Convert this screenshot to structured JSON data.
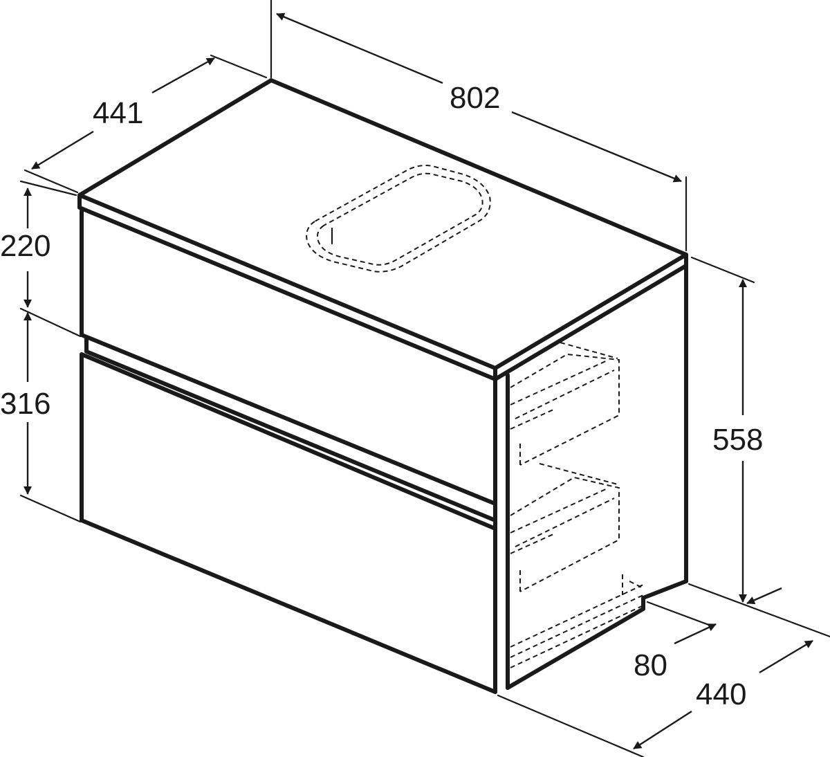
{
  "dimensions": {
    "top_width": "802",
    "top_depth": "441",
    "drawer_top_height": "220",
    "drawer_bottom_height": "316",
    "total_height": "558",
    "plinth_setback": "80",
    "base_depth": "440"
  },
  "colors": {
    "line": "#1a1a1a",
    "background": "#ffffff"
  }
}
